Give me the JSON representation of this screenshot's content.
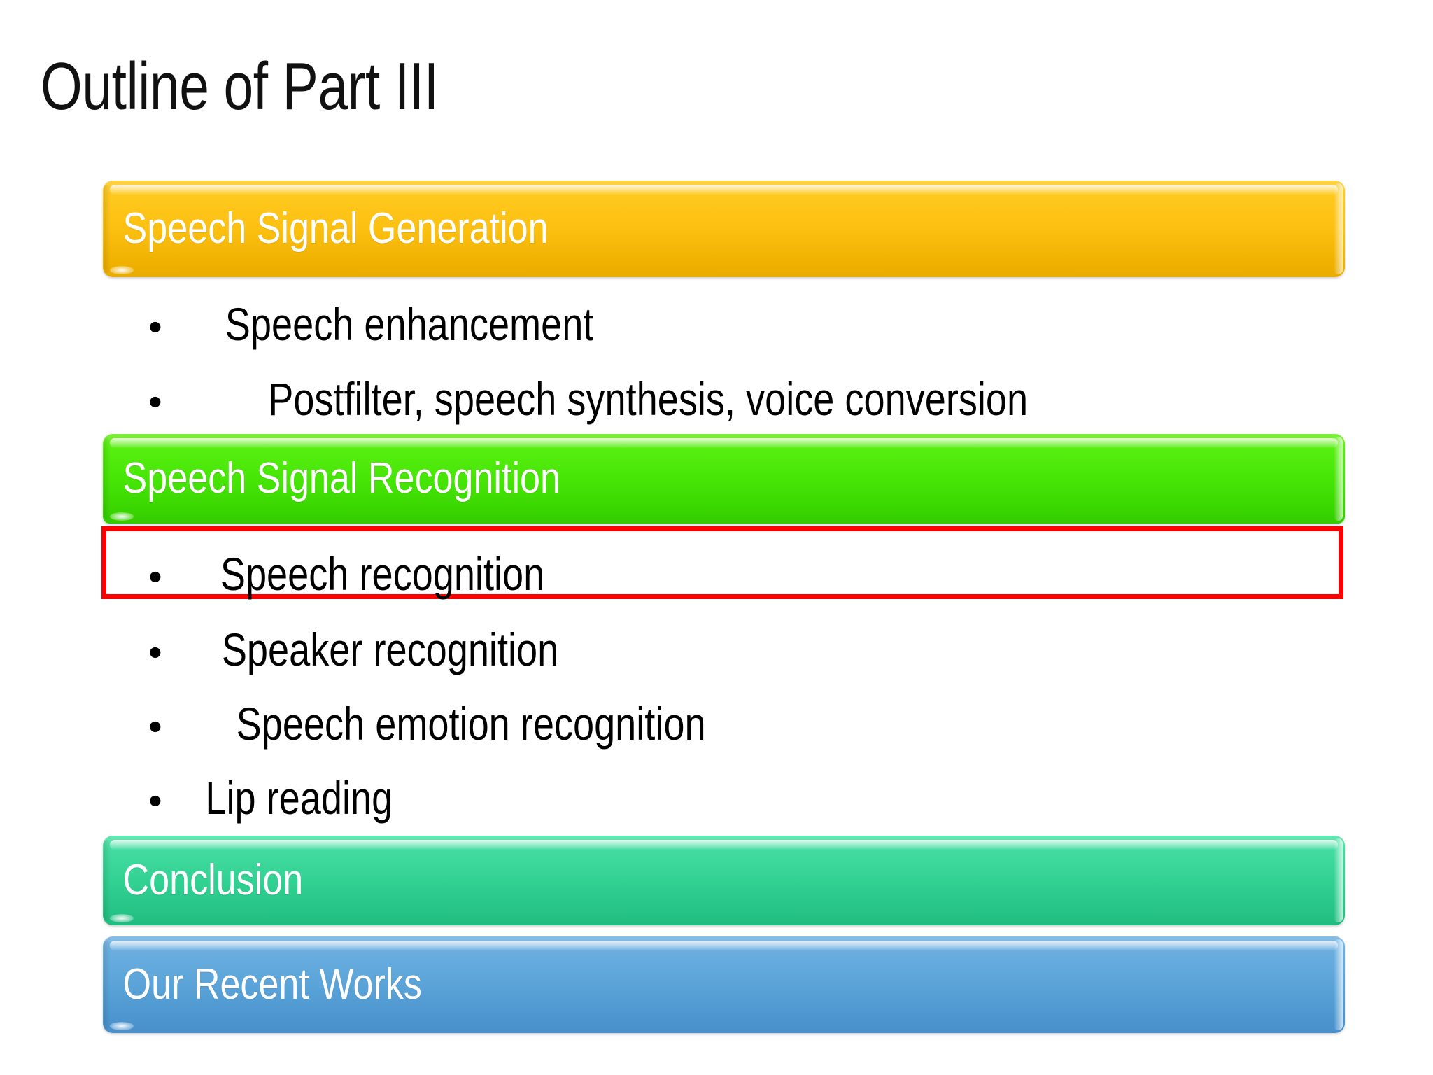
{
  "slide": {
    "title": "Outline of Part III",
    "background_color": "#ffffff",
    "sections": [
      {
        "id": "speech-signal-generation",
        "label": "Speech Signal Generation",
        "color": "#fcc011",
        "text_color": "#ffffff",
        "bullets": [
          "Speech enhancement",
          "Postfilter, speech synthesis, voice conversion"
        ]
      },
      {
        "id": "speech-signal-recognition",
        "label": "Speech Signal Recognition",
        "color": "#46e506",
        "text_color": "#ffffff",
        "bullets": [
          "Speech recognition",
          "Speaker recognition",
          "Speech emotion recognition",
          "Lip reading"
        ]
      },
      {
        "id": "conclusion",
        "label": "Conclusion",
        "color": "#31d192",
        "text_color": "#ffffff",
        "bullets": []
      },
      {
        "id": "our-recent-works",
        "label": "Our Recent Works",
        "color": "#5aa3d8",
        "text_color": "#ffffff",
        "bullets": []
      }
    ],
    "bullet_glyph": "•",
    "highlight": {
      "target": "Speech recognition",
      "border_color": "#ff0000",
      "fill_color": "#ffffff"
    }
  }
}
